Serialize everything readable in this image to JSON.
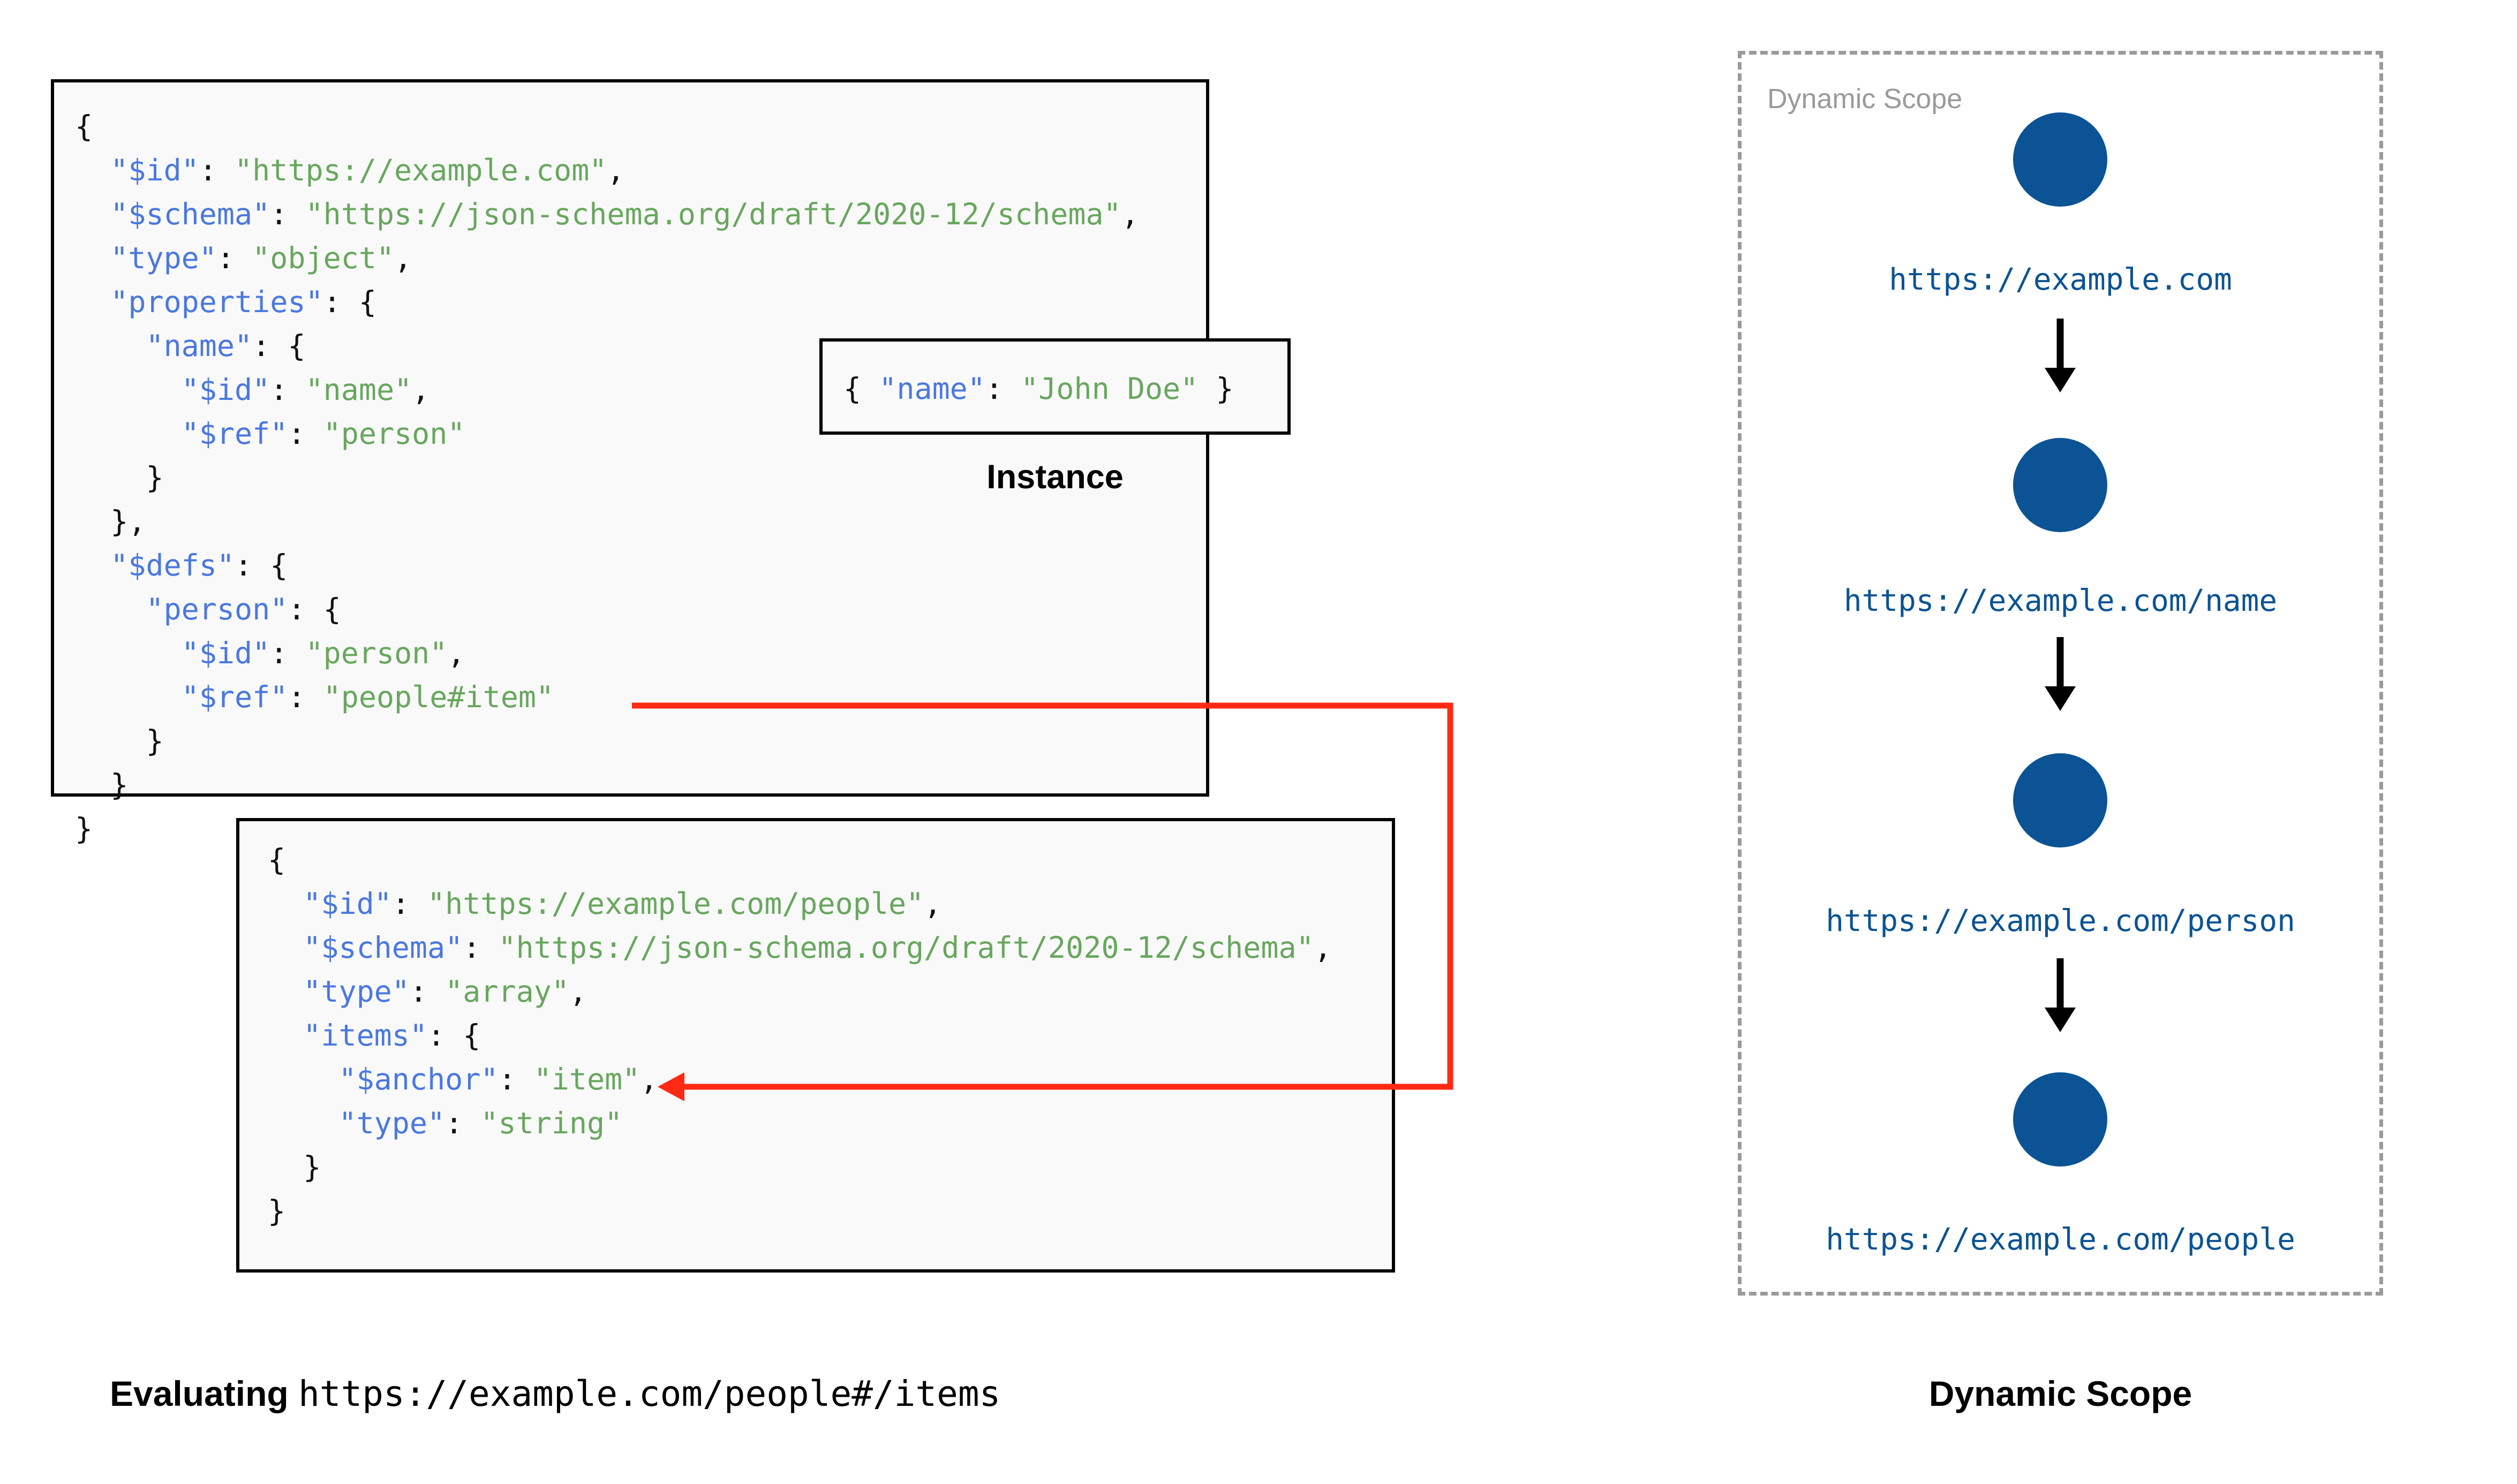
{
  "diagram": {
    "title": "JSON Schema dynamic scope resolution",
    "colors": {
      "key": "#4a78e0",
      "string": "#68a75e",
      "node": "#0b5394",
      "ref_arrow": "#ff2a14",
      "panel_border": "#9a9a9a",
      "box_border": "#000000",
      "box_background": "#f9f9f9"
    }
  },
  "schema_root": {
    "lines": [
      {
        "indent": 0,
        "parts": [
          {
            "t": "{",
            "c": "p"
          }
        ]
      },
      {
        "indent": 1,
        "parts": [
          {
            "t": "\"$id\"",
            "c": "k"
          },
          {
            "t": ": ",
            "c": "p"
          },
          {
            "t": "\"https://example.com\"",
            "c": "s"
          },
          {
            "t": ",",
            "c": "p"
          }
        ]
      },
      {
        "indent": 1,
        "parts": [
          {
            "t": "\"$schema\"",
            "c": "k"
          },
          {
            "t": ": ",
            "c": "p"
          },
          {
            "t": "\"https://json-schema.org/draft/2020-12/schema\"",
            "c": "s"
          },
          {
            "t": ",",
            "c": "p"
          }
        ]
      },
      {
        "indent": 1,
        "parts": [
          {
            "t": "\"type\"",
            "c": "k"
          },
          {
            "t": ": ",
            "c": "p"
          },
          {
            "t": "\"object\"",
            "c": "s"
          },
          {
            "t": ",",
            "c": "p"
          }
        ]
      },
      {
        "indent": 1,
        "parts": [
          {
            "t": "\"properties\"",
            "c": "k"
          },
          {
            "t": ": {",
            "c": "p"
          }
        ]
      },
      {
        "indent": 2,
        "parts": [
          {
            "t": "\"name\"",
            "c": "k"
          },
          {
            "t": ": {",
            "c": "p"
          }
        ]
      },
      {
        "indent": 3,
        "parts": [
          {
            "t": "\"$id\"",
            "c": "k"
          },
          {
            "t": ": ",
            "c": "p"
          },
          {
            "t": "\"name\"",
            "c": "s"
          },
          {
            "t": ",",
            "c": "p"
          }
        ]
      },
      {
        "indent": 3,
        "parts": [
          {
            "t": "\"$ref\"",
            "c": "k"
          },
          {
            "t": ": ",
            "c": "p"
          },
          {
            "t": "\"person\"",
            "c": "s"
          }
        ]
      },
      {
        "indent": 2,
        "parts": [
          {
            "t": "}",
            "c": "p"
          }
        ]
      },
      {
        "indent": 1,
        "parts": [
          {
            "t": "},",
            "c": "p"
          }
        ]
      },
      {
        "indent": 1,
        "parts": [
          {
            "t": "\"$defs\"",
            "c": "k"
          },
          {
            "t": ": {",
            "c": "p"
          }
        ]
      },
      {
        "indent": 2,
        "parts": [
          {
            "t": "\"person\"",
            "c": "k"
          },
          {
            "t": ": {",
            "c": "p"
          }
        ]
      },
      {
        "indent": 3,
        "parts": [
          {
            "t": "\"$id\"",
            "c": "k"
          },
          {
            "t": ": ",
            "c": "p"
          },
          {
            "t": "\"person\"",
            "c": "s"
          },
          {
            "t": ",",
            "c": "p"
          }
        ]
      },
      {
        "indent": 3,
        "parts": [
          {
            "t": "\"$ref\"",
            "c": "k"
          },
          {
            "t": ": ",
            "c": "p"
          },
          {
            "t": "\"people#item\"",
            "c": "s"
          }
        ]
      },
      {
        "indent": 2,
        "parts": [
          {
            "t": "}",
            "c": "p"
          }
        ]
      },
      {
        "indent": 1,
        "parts": [
          {
            "t": "}",
            "c": "p"
          }
        ]
      },
      {
        "indent": 0,
        "parts": [
          {
            "t": "}",
            "c": "p"
          }
        ]
      }
    ]
  },
  "instance": {
    "label": "Instance",
    "lines": [
      {
        "indent": 0,
        "parts": [
          {
            "t": "{ ",
            "c": "p"
          },
          {
            "t": "\"name\"",
            "c": "k"
          },
          {
            "t": ": ",
            "c": "p"
          },
          {
            "t": "\"John Doe\"",
            "c": "s"
          },
          {
            "t": " }",
            "c": "p"
          }
        ]
      }
    ]
  },
  "schema_people": {
    "lines": [
      {
        "indent": 0,
        "parts": [
          {
            "t": "{",
            "c": "p"
          }
        ]
      },
      {
        "indent": 1,
        "parts": [
          {
            "t": "\"$id\"",
            "c": "k"
          },
          {
            "t": ": ",
            "c": "p"
          },
          {
            "t": "\"https://example.com/people\"",
            "c": "s"
          },
          {
            "t": ",",
            "c": "p"
          }
        ]
      },
      {
        "indent": 1,
        "parts": [
          {
            "t": "\"$schema\"",
            "c": "k"
          },
          {
            "t": ": ",
            "c": "p"
          },
          {
            "t": "\"https://json-schema.org/draft/2020-12/schema\"",
            "c": "s"
          },
          {
            "t": ",",
            "c": "p"
          }
        ]
      },
      {
        "indent": 1,
        "parts": [
          {
            "t": "\"type\"",
            "c": "k"
          },
          {
            "t": ": ",
            "c": "p"
          },
          {
            "t": "\"array\"",
            "c": "s"
          },
          {
            "t": ",",
            "c": "p"
          }
        ]
      },
      {
        "indent": 1,
        "parts": [
          {
            "t": "\"items\"",
            "c": "k"
          },
          {
            "t": ": {",
            "c": "p"
          }
        ]
      },
      {
        "indent": 2,
        "parts": [
          {
            "t": "\"$anchor\"",
            "c": "k"
          },
          {
            "t": ": ",
            "c": "p"
          },
          {
            "t": "\"item\"",
            "c": "s"
          },
          {
            "t": ",",
            "c": "p"
          }
        ]
      },
      {
        "indent": 2,
        "parts": [
          {
            "t": "\"type\"",
            "c": "k"
          },
          {
            "t": ": ",
            "c": "p"
          },
          {
            "t": "\"string\"",
            "c": "s"
          }
        ]
      },
      {
        "indent": 1,
        "parts": [
          {
            "t": "}",
            "c": "p"
          }
        ]
      },
      {
        "indent": 0,
        "parts": [
          {
            "t": "}",
            "c": "p"
          }
        ]
      }
    ]
  },
  "dynamic_scope": {
    "panel_label": "Dynamic Scope",
    "nodes": [
      {
        "label": "https://example.com"
      },
      {
        "label": "https://example.com/name"
      },
      {
        "label": "https://example.com/person"
      },
      {
        "label": "https://example.com/people"
      }
    ]
  },
  "captions": {
    "left_bold": "Evaluating",
    "left_mono": "https://example.com/people#/items",
    "right": "Dynamic Scope"
  }
}
